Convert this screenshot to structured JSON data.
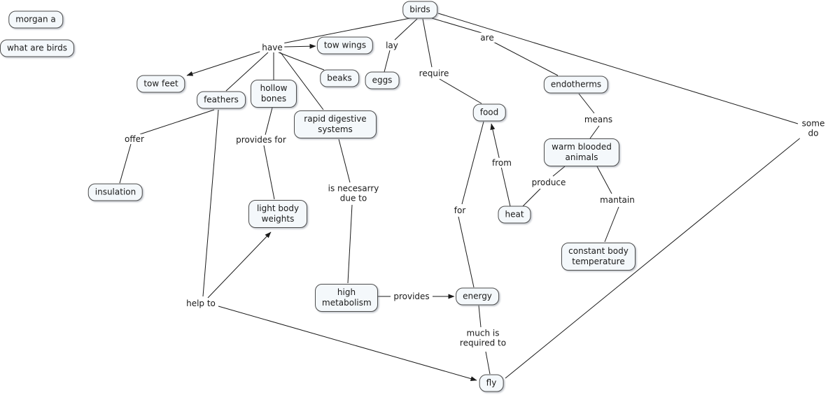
{
  "colors": {
    "background": "#ffffff",
    "node_fill": "#f4f8fb",
    "node_border": "#4d4d4d",
    "line": "#1a1a1a"
  },
  "meta_nodes": {
    "author": {
      "label": "morgan a"
    },
    "question": {
      "label": "what are birds"
    }
  },
  "nodes": {
    "birds": {
      "label": "birds"
    },
    "tow_wings": {
      "label": "tow wings"
    },
    "beaks": {
      "label": "beaks"
    },
    "eggs": {
      "label": "eggs"
    },
    "tow_feet": {
      "label": "tow feet"
    },
    "feathers": {
      "label": "feathers"
    },
    "hollow_bones": {
      "label": "hollow bones"
    },
    "rapid_digestive": {
      "label": "rapid digestive systems"
    },
    "food": {
      "label": "food"
    },
    "endotherms": {
      "label": "endotherms"
    },
    "insulation": {
      "label": "insulation"
    },
    "warm_blooded": {
      "label": "warm blooded animals"
    },
    "heat": {
      "label": "heat"
    },
    "light_body_weights": {
      "label": "light body weights"
    },
    "constant_body_temp": {
      "label": "constant body temperature"
    },
    "high_metabolism": {
      "label": "high metabolism"
    },
    "energy": {
      "label": "energy"
    },
    "fly": {
      "label": "fly"
    }
  },
  "edge_labels": {
    "have": "have",
    "lay": "lay",
    "are": "are",
    "require": "require",
    "some_do": "some do",
    "offer": "offer",
    "provides_for": "provides for",
    "means": "means",
    "from": "from",
    "produce": "produce",
    "mantain": "mantain",
    "is_necesarry": "is necesarry due to",
    "for": "for",
    "help_to": "help to",
    "provides": "provides",
    "much_is": "much is required to"
  }
}
